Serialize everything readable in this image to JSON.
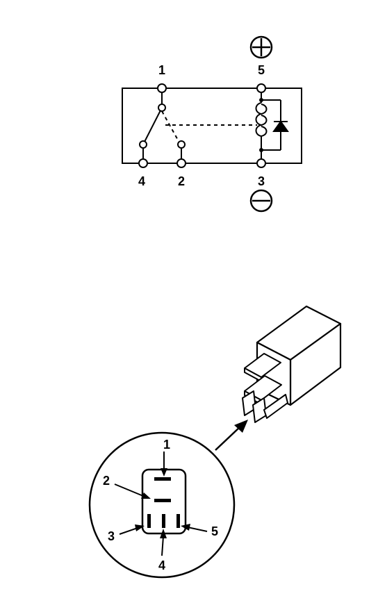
{
  "schematic": {
    "terminal_labels": {
      "t1": "1",
      "t2": "2",
      "t3": "3",
      "t4": "4",
      "t5": "5"
    },
    "symbols": [
      "plus-in-circle-icon",
      "minus-in-circle-icon"
    ]
  },
  "connector_view": {
    "pin_labels": {
      "p1": "1",
      "p2": "2",
      "p3": "3",
      "p4": "4",
      "p5": "5"
    }
  },
  "colors": {
    "line": "#000000",
    "background": "#ffffff",
    "relay_top": "#ffffff",
    "relay_side": "#ffffff"
  }
}
